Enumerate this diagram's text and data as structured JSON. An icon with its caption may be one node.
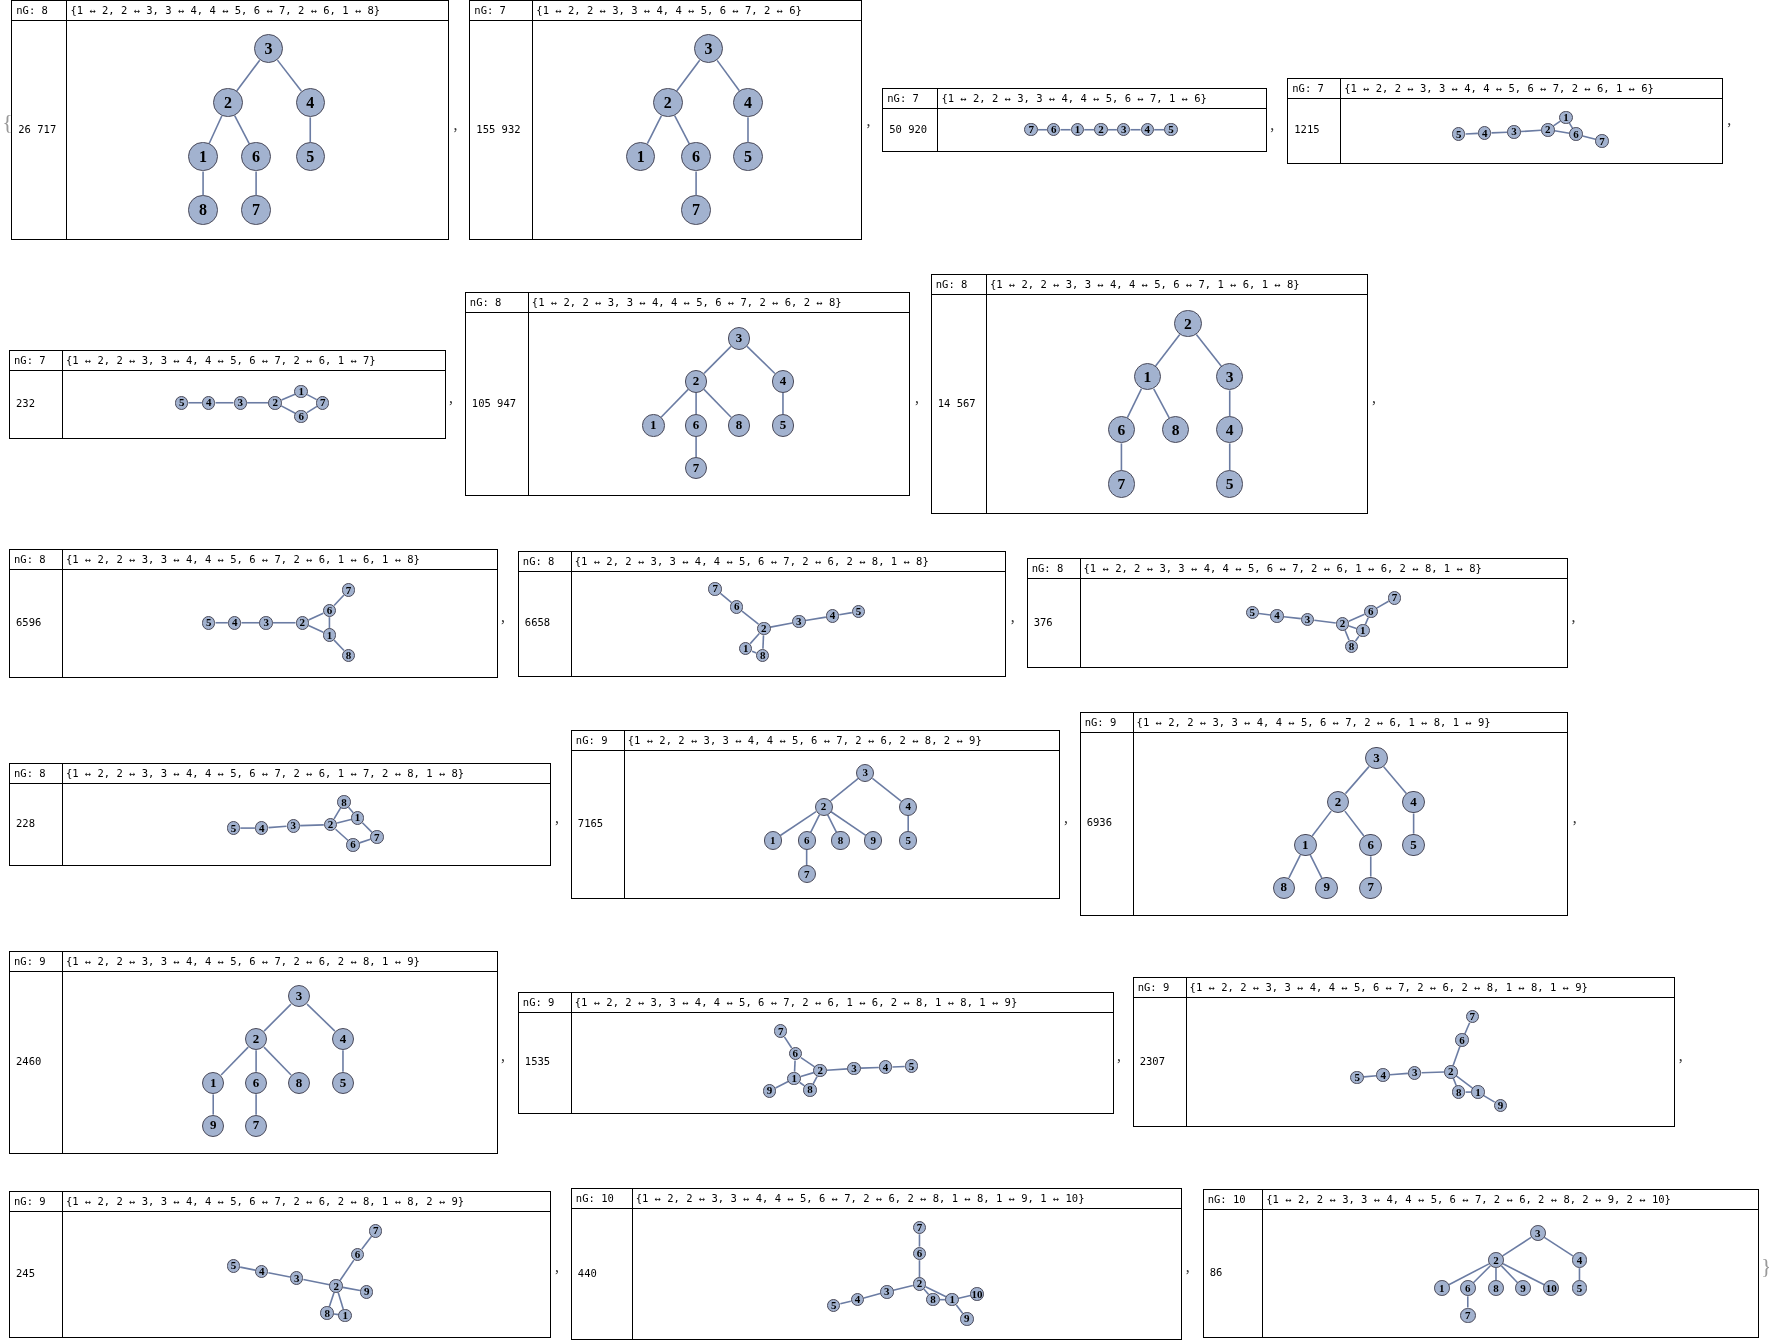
{
  "diagram": {
    "nodes": [
      {
        "text": [
          "nG: 8",
          "{1 ↔ 2, 2 ↔ 3, 3 ↔ 4, 4 ↔ 5, 6 ↔ 7, 2 ↔ 6, 1 ↔ 8}",
          "26 717"
        ]
      },
      {
        "text": [
          "1"
        ],
        "in": 0
      },
      {
        "text": [
          "2"
        ],
        "in": 0
      },
      {
        "text": [
          "3"
        ],
        "in": 0
      },
      {
        "text": [
          "4"
        ],
        "in": 0
      },
      {
        "text": [
          "5"
        ],
        "in": 0
      },
      {
        "text": [
          "6"
        ],
        "in": 0
      },
      {
        "text": [
          "7"
        ],
        "in": 0
      },
      {
        "text": [
          "8"
        ],
        "in": 0
      },
      {
        "text": [
          "nG: 7",
          "{1 ↔ 2, 2 ↔ 3, 3 ↔ 4, 4 ↔ 5, 6 ↔ 7, 2 ↔ 6}",
          "155 932"
        ]
      },
      {
        "text": [
          "1"
        ],
        "in": 9
      },
      {
        "text": [
          "2"
        ],
        "in": 9
      },
      {
        "text": [
          "3"
        ],
        "in": 9
      },
      {
        "text": [
          "4"
        ],
        "in": 9
      },
      {
        "text": [
          "5"
        ],
        "in": 9
      },
      {
        "text": [
          "6"
        ],
        "in": 9
      },
      {
        "text": [
          "7"
        ],
        "in": 9
      },
      {
        "text": [
          "nG: 7",
          "{1 ↔ 2, 2 ↔ 3, 3 ↔ 4, 4 ↔ 5, 6 ↔ 7, 1 ↔ 6}",
          "50 920"
        ]
      },
      {
        "text": [
          "1"
        ],
        "in": 17
      },
      {
        "text": [
          "2"
        ],
        "in": 17
      },
      {
        "text": [
          "3"
        ],
        "in": 17
      },
      {
        "text": [
          "4"
        ],
        "in": 17
      },
      {
        "text": [
          "5"
        ],
        "in": 17
      },
      {
        "text": [
          "6"
        ],
        "in": 17
      },
      {
        "text": [
          "7"
        ],
        "in": 17
      },
      {
        "text": [
          "nG: 7",
          "{1 ↔ 2, 2 ↔ 3, 3 ↔ 4, 4 ↔ 5, 6 ↔ 7, 2 ↔ 6, 1 ↔ 6}",
          "1215"
        ]
      },
      {
        "text": [
          "1"
        ],
        "in": 25
      },
      {
        "text": [
          "2"
        ],
        "in": 25
      },
      {
        "text": [
          "3"
        ],
        "in": 25
      },
      {
        "text": [
          "4"
        ],
        "in": 25
      },
      {
        "text": [
          "5"
        ],
        "in": 25
      },
      {
        "text": [
          "6"
        ],
        "in": 25
      },
      {
        "text": [
          "7"
        ],
        "in": 25
      },
      {
        "text": [
          "nG: 7",
          "{1 ↔ 2, 2 ↔ 3, 3 ↔ 4, 4 ↔ 5, 6 ↔ 7, 2 ↔ 6, 1 ↔ 7}",
          "232"
        ]
      },
      {
        "text": [
          "1"
        ],
        "in": 33
      },
      {
        "text": [
          "2"
        ],
        "in": 33
      },
      {
        "text": [
          "3"
        ],
        "in": 33
      },
      {
        "text": [
          "4"
        ],
        "in": 33
      },
      {
        "text": [
          "5"
        ],
        "in": 33
      },
      {
        "text": [
          "6"
        ],
        "in": 33
      },
      {
        "text": [
          "7"
        ],
        "in": 33
      },
      {
        "text": [
          "nG: 8",
          "{1 ↔ 2, 2 ↔ 3, 3 ↔ 4, 4 ↔ 5, 6 ↔ 7, 2 ↔ 6, 2 ↔ 8}",
          "105 947"
        ]
      },
      {
        "text": [
          "1"
        ],
        "in": 41
      },
      {
        "text": [
          "2"
        ],
        "in": 41
      },
      {
        "text": [
          "3"
        ],
        "in": 41
      },
      {
        "text": [
          "4"
        ],
        "in": 41
      },
      {
        "text": [
          "5"
        ],
        "in": 41
      },
      {
        "text": [
          "6"
        ],
        "in": 41
      },
      {
        "text": [
          "7"
        ],
        "in": 41
      },
      {
        "text": [
          "8"
        ],
        "in": 41
      },
      {
        "text": [
          "nG: 8",
          "{1 ↔ 2, 2 ↔ 3, 3 ↔ 4, 4 ↔ 5, 6 ↔ 7, 1 ↔ 6, 1 ↔ 8}",
          "14 567"
        ]
      },
      {
        "text": [
          "1"
        ],
        "in": 50
      },
      {
        "text": [
          "2"
        ],
        "in": 50
      },
      {
        "text": [
          "3"
        ],
        "in": 50
      },
      {
        "text": [
          "4"
        ],
        "in": 50
      },
      {
        "text": [
          "5"
        ],
        "in": 50
      },
      {
        "text": [
          "6"
        ],
        "in": 50
      },
      {
        "text": [
          "7"
        ],
        "in": 50
      },
      {
        "text": [
          "8"
        ],
        "in": 50
      },
      {
        "text": [
          "nG: 8",
          "{1 ↔ 2, 2 ↔ 3, 3 ↔ 4, 4 ↔ 5, 6 ↔ 7, 2 ↔ 6, 1 ↔ 6, 1 ↔ 8}",
          "6596"
        ]
      },
      {
        "text": [
          "1"
        ],
        "in": 59
      },
      {
        "text": [
          "2"
        ],
        "in": 59
      },
      {
        "text": [
          "3"
        ],
        "in": 59
      },
      {
        "text": [
          "4"
        ],
        "in": 59
      },
      {
        "text": [
          "5"
        ],
        "in": 59
      },
      {
        "text": [
          "6"
        ],
        "in": 59
      },
      {
        "text": [
          "7"
        ],
        "in": 59
      },
      {
        "text": [
          "8"
        ],
        "in": 59
      },
      {
        "text": [
          "nG: 8",
          "{1 ↔ 2, 2 ↔ 3, 3 ↔ 4, 4 ↔ 5, 6 ↔ 7, 2 ↔ 6, 2 ↔ 8, 1 ↔ 8}",
          "6658"
        ]
      },
      {
        "text": [
          "1"
        ],
        "in": 68
      },
      {
        "text": [
          "2"
        ],
        "in": 68
      },
      {
        "text": [
          "3"
        ],
        "in": 68
      },
      {
        "text": [
          "4"
        ],
        "in": 68
      },
      {
        "text": [
          "5"
        ],
        "in": 68
      },
      {
        "text": [
          "6"
        ],
        "in": 68
      },
      {
        "text": [
          "7"
        ],
        "in": 68
      },
      {
        "text": [
          "8"
        ],
        "in": 68
      },
      {
        "text": [
          "nG: 8",
          "{1 ↔ 2, 2 ↔ 3, 3 ↔ 4, 4 ↔ 5, 6 ↔ 7, 2 ↔ 6, 1 ↔ 6, 2 ↔ 8, 1 ↔ 8}",
          "376"
        ]
      },
      {
        "text": [
          "1"
        ],
        "in": 77
      },
      {
        "text": [
          "2"
        ],
        "in": 77
      },
      {
        "text": [
          "3"
        ],
        "in": 77
      },
      {
        "text": [
          "4"
        ],
        "in": 77
      },
      {
        "text": [
          "5"
        ],
        "in": 77
      },
      {
        "text": [
          "6"
        ],
        "in": 77
      },
      {
        "text": [
          "7"
        ],
        "in": 77
      },
      {
        "text": [
          "8"
        ],
        "in": 77
      },
      {
        "text": [
          "nG: 8",
          "{1 ↔ 2, 2 ↔ 3, 3 ↔ 4, 4 ↔ 5, 6 ↔ 7, 2 ↔ 6, 1 ↔ 7, 2 ↔ 8, 1 ↔ 8}",
          "228"
        ]
      },
      {
        "text": [
          "1"
        ],
        "in": 86
      },
      {
        "text": [
          "2"
        ],
        "in": 86
      },
      {
        "text": [
          "3"
        ],
        "in": 86
      },
      {
        "text": [
          "4"
        ],
        "in": 86
      },
      {
        "text": [
          "5"
        ],
        "in": 86
      },
      {
        "text": [
          "6"
        ],
        "in": 86
      },
      {
        "text": [
          "7"
        ],
        "in": 86
      },
      {
        "text": [
          "8"
        ],
        "in": 86
      },
      {
        "text": [
          "nG: 9",
          "{1 ↔ 2, 2 ↔ 3, 3 ↔ 4, 4 ↔ 5, 6 ↔ 7, 2 ↔ 6, 2 ↔ 8, 2 ↔ 9}",
          "7165"
        ]
      },
      {
        "text": [
          "1"
        ],
        "in": 95
      },
      {
        "text": [
          "2"
        ],
        "in": 95
      },
      {
        "text": [
          "3"
        ],
        "in": 95
      },
      {
        "text": [
          "4"
        ],
        "in": 95
      },
      {
        "text": [
          "5"
        ],
        "in": 95
      },
      {
        "text": [
          "6"
        ],
        "in": 95
      },
      {
        "text": [
          "7"
        ],
        "in": 95
      },
      {
        "text": [
          "8"
        ],
        "in": 95
      },
      {
        "text": [
          "9"
        ],
        "in": 95
      },
      {
        "text": [
          "nG: 9",
          "{1 ↔ 2, 2 ↔ 3, 3 ↔ 4, 4 ↔ 5, 6 ↔ 7, 2 ↔ 6, 1 ↔ 8, 1 ↔ 9}",
          "6936"
        ]
      },
      {
        "text": [
          "1"
        ],
        "in": 105
      },
      {
        "text": [
          "2"
        ],
        "in": 105
      },
      {
        "text": [
          "3"
        ],
        "in": 105
      },
      {
        "text": [
          "4"
        ],
        "in": 105
      },
      {
        "text": [
          "5"
        ],
        "in": 105
      },
      {
        "text": [
          "6"
        ],
        "in": 105
      },
      {
        "text": [
          "7"
        ],
        "in": 105
      },
      {
        "text": [
          "8"
        ],
        "in": 105
      },
      {
        "text": [
          "9"
        ],
        "in": 105
      },
      {
        "text": [
          "nG: 9",
          "{1 ↔ 2, 2 ↔ 3, 3 ↔ 4, 4 ↔ 5, 6 ↔ 7, 2 ↔ 6, 2 ↔ 8, 1 ↔ 9}",
          "2460"
        ]
      },
      {
        "text": [
          "1"
        ],
        "in": 115
      },
      {
        "text": [
          "2"
        ],
        "in": 115
      },
      {
        "text": [
          "3"
        ],
        "in": 115
      },
      {
        "text": [
          "4"
        ],
        "in": 115
      },
      {
        "text": [
          "5"
        ],
        "in": 115
      },
      {
        "text": [
          "6"
        ],
        "in": 115
      },
      {
        "text": [
          "7"
        ],
        "in": 115
      },
      {
        "text": [
          "8"
        ],
        "in": 115
      },
      {
        "text": [
          "9"
        ],
        "in": 115
      },
      {
        "text": [
          "nG: 9",
          "{1 ↔ 2, 2 ↔ 3, 3 ↔ 4, 4 ↔ 5, 6 ↔ 7, 2 ↔ 6, 1 ↔ 6, 2 ↔ 8, 1 ↔ 8, 1 ↔ 9}",
          "1535"
        ]
      },
      {
        "text": [
          "1"
        ],
        "in": 125
      },
      {
        "text": [
          "2"
        ],
        "in": 125
      },
      {
        "text": [
          "3"
        ],
        "in": 125
      },
      {
        "text": [
          "4"
        ],
        "in": 125
      },
      {
        "text": [
          "5"
        ],
        "in": 125
      },
      {
        "text": [
          "6"
        ],
        "in": 125
      },
      {
        "text": [
          "7"
        ],
        "in": 125
      },
      {
        "text": [
          "8"
        ],
        "in": 125
      },
      {
        "text": [
          "9"
        ],
        "in": 125
      },
      {
        "text": [
          "nG: 9",
          "{1 ↔ 2, 2 ↔ 3, 3 ↔ 4, 4 ↔ 5, 6 ↔ 7, 2 ↔ 6, 2 ↔ 8, 1 ↔ 8, 1 ↔ 9}",
          "2307"
        ]
      },
      {
        "text": [
          "1"
        ],
        "in": 135
      },
      {
        "text": [
          "2"
        ],
        "in": 135
      },
      {
        "text": [
          "3"
        ],
        "in": 135
      },
      {
        "text": [
          "4"
        ],
        "in": 135
      },
      {
        "text": [
          "5"
        ],
        "in": 135
      },
      {
        "text": [
          "6"
        ],
        "in": 135
      },
      {
        "text": [
          "7"
        ],
        "in": 135
      },
      {
        "text": [
          "8"
        ],
        "in": 135
      },
      {
        "text": [
          "9"
        ],
        "in": 135
      },
      {
        "text": [
          "nG: 9",
          "{1 ↔ 2, 2 ↔ 3, 3 ↔ 4, 4 ↔ 5, 6 ↔ 7, 2 ↔ 6, 2 ↔ 8, 1 ↔ 8, 2 ↔ 9}",
          "245"
        ]
      },
      {
        "text": [
          "1"
        ],
        "in": 145
      },
      {
        "text": [
          "2"
        ],
        "in": 145
      },
      {
        "text": [
          "3"
        ],
        "in": 145
      },
      {
        "text": [
          "4"
        ],
        "in": 145
      },
      {
        "text": [
          "5"
        ],
        "in": 145
      },
      {
        "text": [
          "6"
        ],
        "in": 145
      },
      {
        "text": [
          "7"
        ],
        "in": 145
      },
      {
        "text": [
          "8"
        ],
        "in": 145
      },
      {
        "text": [
          "9"
        ],
        "in": 145
      },
      {
        "text": [
          "nG: 10",
          "{1 ↔ 2, 2 ↔ 3, 3 ↔ 4, 4 ↔ 5, 6 ↔ 7, 2 ↔ 6, 2 ↔ 8, 1 ↔ 8, 1 ↔ 9, 1 ↔ 10}",
          "440"
        ]
      },
      {
        "text": [
          "1"
        ],
        "in": 155
      },
      {
        "text": [
          "2"
        ],
        "in": 155
      },
      {
        "text": [
          "3"
        ],
        "in": 155
      },
      {
        "text": [
          "4"
        ],
        "in": 155
      },
      {
        "text": [
          "5"
        ],
        "in": 155
      },
      {
        "text": [
          "6"
        ],
        "in": 155
      },
      {
        "text": [
          "7"
        ],
        "in": 155
      },
      {
        "text": [
          "8"
        ],
        "in": 155
      },
      {
        "text": [
          "9"
        ],
        "in": 155
      },
      {
        "text": [
          "10"
        ],
        "in": 155
      },
      {
        "text": [
          "nG: 10",
          "{1 ↔ 2, 2 ↔ 3, 3 ↔ 4, 4 ↔ 5, 6 ↔ 7, 2 ↔ 6, 2 ↔ 8, 2 ↔ 9, 2 ↔ 10}",
          "86"
        ]
      },
      {
        "text": [
          "1"
        ],
        "in": 166
      },
      {
        "text": [
          "2"
        ],
        "in": 166
      },
      {
        "text": [
          "3"
        ],
        "in": 166
      },
      {
        "text": [
          "4"
        ],
        "in": 166
      },
      {
        "text": [
          "5"
        ],
        "in": 166
      },
      {
        "text": [
          "6"
        ],
        "in": 166
      },
      {
        "text": [
          "7"
        ],
        "in": 166
      },
      {
        "text": [
          "8"
        ],
        "in": 166
      },
      {
        "text": [
          "9"
        ],
        "in": 166
      },
      {
        "text": [
          "10"
        ],
        "in": 166
      }
    ],
    "edges": [
      {
        "from": 1,
        "to": 2,
        "arrow": "none"
      },
      {
        "from": 2,
        "to": 3,
        "arrow": "none"
      },
      {
        "from": 3,
        "to": 4,
        "arrow": "none"
      },
      {
        "from": 4,
        "to": 5,
        "arrow": "none"
      },
      {
        "from": 6,
        "to": 7,
        "arrow": "none"
      },
      {
        "from": 2,
        "to": 6,
        "arrow": "none"
      },
      {
        "from": 1,
        "to": 8,
        "arrow": "none"
      },
      {
        "from": 10,
        "to": 11,
        "arrow": "none"
      },
      {
        "from": 11,
        "to": 12,
        "arrow": "none"
      },
      {
        "from": 12,
        "to": 13,
        "arrow": "none"
      },
      {
        "from": 13,
        "to": 14,
        "arrow": "none"
      },
      {
        "from": 15,
        "to": 16,
        "arrow": "none"
      },
      {
        "from": 11,
        "to": 15,
        "arrow": "none"
      },
      {
        "from": 18,
        "to": 19,
        "arrow": "none"
      },
      {
        "from": 19,
        "to": 20,
        "arrow": "none"
      },
      {
        "from": 20,
        "to": 21,
        "arrow": "none"
      },
      {
        "from": 21,
        "to": 22,
        "arrow": "none"
      },
      {
        "from": 23,
        "to": 24,
        "arrow": "none"
      },
      {
        "from": 18,
        "to": 23,
        "arrow": "none"
      },
      {
        "from": 26,
        "to": 27,
        "arrow": "none"
      },
      {
        "from": 27,
        "to": 28,
        "arrow": "none"
      },
      {
        "from": 28,
        "to": 29,
        "arrow": "none"
      },
      {
        "from": 29,
        "to": 30,
        "arrow": "none"
      },
      {
        "from": 31,
        "to": 32,
        "arrow": "none"
      },
      {
        "from": 27,
        "to": 31,
        "arrow": "none"
      },
      {
        "from": 26,
        "to": 31,
        "arrow": "none"
      },
      {
        "from": 34,
        "to": 35,
        "arrow": "none"
      },
      {
        "from": 35,
        "to": 36,
        "arrow": "none"
      },
      {
        "from": 36,
        "to": 37,
        "arrow": "none"
      },
      {
        "from": 37,
        "to": 38,
        "arrow": "none"
      },
      {
        "from": 39,
        "to": 40,
        "arrow": "none"
      },
      {
        "from": 35,
        "to": 39,
        "arrow": "none"
      },
      {
        "from": 34,
        "to": 40,
        "arrow": "none"
      },
      {
        "from": 42,
        "to": 43,
        "arrow": "none"
      },
      {
        "from": 43,
        "to": 44,
        "arrow": "none"
      },
      {
        "from": 44,
        "to": 45,
        "arrow": "none"
      },
      {
        "from": 45,
        "to": 46,
        "arrow": "none"
      },
      {
        "from": 47,
        "to": 48,
        "arrow": "none"
      },
      {
        "from": 43,
        "to": 47,
        "arrow": "none"
      },
      {
        "from": 43,
        "to": 49,
        "arrow": "none"
      },
      {
        "from": 51,
        "to": 52,
        "arrow": "none"
      },
      {
        "from": 52,
        "to": 53,
        "arrow": "none"
      },
      {
        "from": 53,
        "to": 54,
        "arrow": "none"
      },
      {
        "from": 54,
        "to": 55,
        "arrow": "none"
      },
      {
        "from": 56,
        "to": 57,
        "arrow": "none"
      },
      {
        "from": 51,
        "to": 56,
        "arrow": "none"
      },
      {
        "from": 51,
        "to": 58,
        "arrow": "none"
      },
      {
        "from": 60,
        "to": 61,
        "arrow": "none"
      },
      {
        "from": 61,
        "to": 62,
        "arrow": "none"
      },
      {
        "from": 62,
        "to": 63,
        "arrow": "none"
      },
      {
        "from": 63,
        "to": 64,
        "arrow": "none"
      },
      {
        "from": 65,
        "to": 66,
        "arrow": "none"
      },
      {
        "from": 61,
        "to": 65,
        "arrow": "none"
      },
      {
        "from": 60,
        "to": 65,
        "arrow": "none"
      },
      {
        "from": 60,
        "to": 67,
        "arrow": "none"
      },
      {
        "from": 69,
        "to": 70,
        "arrow": "none"
      },
      {
        "from": 70,
        "to": 71,
        "arrow": "none"
      },
      {
        "from": 71,
        "to": 72,
        "arrow": "none"
      },
      {
        "from": 72,
        "to": 73,
        "arrow": "none"
      },
      {
        "from": 74,
        "to": 75,
        "arrow": "none"
      },
      {
        "from": 70,
        "to": 74,
        "arrow": "none"
      },
      {
        "from": 70,
        "to": 76,
        "arrow": "none"
      },
      {
        "from": 69,
        "to": 76,
        "arrow": "none"
      },
      {
        "from": 78,
        "to": 79,
        "arrow": "none"
      },
      {
        "from": 79,
        "to": 80,
        "arrow": "none"
      },
      {
        "from": 80,
        "to": 81,
        "arrow": "none"
      },
      {
        "from": 81,
        "to": 82,
        "arrow": "none"
      },
      {
        "from": 83,
        "to": 84,
        "arrow": "none"
      },
      {
        "from": 79,
        "to": 83,
        "arrow": "none"
      },
      {
        "from": 78,
        "to": 83,
        "arrow": "none"
      },
      {
        "from": 79,
        "to": 85,
        "arrow": "none"
      },
      {
        "from": 78,
        "to": 85,
        "arrow": "none"
      },
      {
        "from": 87,
        "to": 88,
        "arrow": "none"
      },
      {
        "from": 88,
        "to": 89,
        "arrow": "none"
      },
      {
        "from": 89,
        "to": 90,
        "arrow": "none"
      },
      {
        "from": 90,
        "to": 91,
        "arrow": "none"
      },
      {
        "from": 92,
        "to": 93,
        "arrow": "none"
      },
      {
        "from": 88,
        "to": 92,
        "arrow": "none"
      },
      {
        "from": 87,
        "to": 93,
        "arrow": "none"
      },
      {
        "from": 88,
        "to": 94,
        "arrow": "none"
      },
      {
        "from": 87,
        "to": 94,
        "arrow": "none"
      },
      {
        "from": 96,
        "to": 97,
        "arrow": "none"
      },
      {
        "from": 97,
        "to": 98,
        "arrow": "none"
      },
      {
        "from": 98,
        "to": 99,
        "arrow": "none"
      },
      {
        "from": 99,
        "to": 100,
        "arrow": "none"
      },
      {
        "from": 101,
        "to": 102,
        "arrow": "none"
      },
      {
        "from": 97,
        "to": 101,
        "arrow": "none"
      },
      {
        "from": 97,
        "to": 103,
        "arrow": "none"
      },
      {
        "from": 97,
        "to": 104,
        "arrow": "none"
      },
      {
        "from": 106,
        "to": 107,
        "arrow": "none"
      },
      {
        "from": 107,
        "to": 108,
        "arrow": "none"
      },
      {
        "from": 108,
        "to": 109,
        "arrow": "none"
      },
      {
        "from": 109,
        "to": 110,
        "arrow": "none"
      },
      {
        "from": 111,
        "to": 112,
        "arrow": "none"
      },
      {
        "from": 107,
        "to": 111,
        "arrow": "none"
      },
      {
        "from": 106,
        "to": 113,
        "arrow": "none"
      },
      {
        "from": 106,
        "to": 114,
        "arrow": "none"
      },
      {
        "from": 116,
        "to": 117,
        "arrow": "none"
      },
      {
        "from": 117,
        "to": 118,
        "arrow": "none"
      },
      {
        "from": 118,
        "to": 119,
        "arrow": "none"
      },
      {
        "from": 119,
        "to": 120,
        "arrow": "none"
      },
      {
        "from": 121,
        "to": 122,
        "arrow": "none"
      },
      {
        "from": 117,
        "to": 121,
        "arrow": "none"
      },
      {
        "from": 117,
        "to": 123,
        "arrow": "none"
      },
      {
        "from": 116,
        "to": 124,
        "arrow": "none"
      },
      {
        "from": 126,
        "to": 127,
        "arrow": "none"
      },
      {
        "from": 127,
        "to": 128,
        "arrow": "none"
      },
      {
        "from": 128,
        "to": 129,
        "arrow": "none"
      },
      {
        "from": 129,
        "to": 130,
        "arrow": "none"
      },
      {
        "from": 131,
        "to": 132,
        "arrow": "none"
      },
      {
        "from": 127,
        "to": 131,
        "arrow": "none"
      },
      {
        "from": 126,
        "to": 131,
        "arrow": "none"
      },
      {
        "from": 127,
        "to": 133,
        "arrow": "none"
      },
      {
        "from": 126,
        "to": 133,
        "arrow": "none"
      },
      {
        "from": 126,
        "to": 134,
        "arrow": "none"
      },
      {
        "from": 136,
        "to": 137,
        "arrow": "none"
      },
      {
        "from": 137,
        "to": 138,
        "arrow": "none"
      },
      {
        "from": 138,
        "to": 139,
        "arrow": "none"
      },
      {
        "from": 139,
        "to": 140,
        "arrow": "none"
      },
      {
        "from": 141,
        "to": 142,
        "arrow": "none"
      },
      {
        "from": 137,
        "to": 141,
        "arrow": "none"
      },
      {
        "from": 137,
        "to": 143,
        "arrow": "none"
      },
      {
        "from": 136,
        "to": 143,
        "arrow": "none"
      },
      {
        "from": 136,
        "to": 144,
        "arrow": "none"
      },
      {
        "from": 146,
        "to": 147,
        "arrow": "none"
      },
      {
        "from": 147,
        "to": 148,
        "arrow": "none"
      },
      {
        "from": 148,
        "to": 149,
        "arrow": "none"
      },
      {
        "from": 149,
        "to": 150,
        "arrow": "none"
      },
      {
        "from": 151,
        "to": 152,
        "arrow": "none"
      },
      {
        "from": 147,
        "to": 151,
        "arrow": "none"
      },
      {
        "from": 147,
        "to": 153,
        "arrow": "none"
      },
      {
        "from": 146,
        "to": 153,
        "arrow": "none"
      },
      {
        "from": 147,
        "to": 154,
        "arrow": "none"
      },
      {
        "from": 156,
        "to": 157,
        "arrow": "none"
      },
      {
        "from": 157,
        "to": 158,
        "arrow": "none"
      },
      {
        "from": 158,
        "to": 159,
        "arrow": "none"
      },
      {
        "from": 159,
        "to": 160,
        "arrow": "none"
      },
      {
        "from": 161,
        "to": 162,
        "arrow": "none"
      },
      {
        "from": 157,
        "to": 161,
        "arrow": "none"
      },
      {
        "from": 157,
        "to": 163,
        "arrow": "none"
      },
      {
        "from": 156,
        "to": 163,
        "arrow": "none"
      },
      {
        "from": 156,
        "to": 164,
        "arrow": "none"
      },
      {
        "from": 156,
        "to": 165,
        "arrow": "none"
      },
      {
        "from": 167,
        "to": 168,
        "arrow": "none"
      },
      {
        "from": 168,
        "to": 169,
        "arrow": "none"
      },
      {
        "from": 169,
        "to": 170,
        "arrow": "none"
      },
      {
        "from": 170,
        "to": 171,
        "arrow": "none"
      },
      {
        "from": 172,
        "to": 173,
        "arrow": "none"
      },
      {
        "from": 168,
        "to": 172,
        "arrow": "none"
      },
      {
        "from": 168,
        "to": 174,
        "arrow": "none"
      },
      {
        "from": 168,
        "to": 175,
        "arrow": "none"
      },
      {
        "from": 168,
        "to": 176,
        "arrow": "none"
      }
    ],
    "labels": [
      "{",
      ",",
      ",",
      ",",
      ",",
      ",",
      ",",
      ",",
      ",",
      ",",
      ",",
      ",",
      ",",
      ",",
      ",",
      ",",
      ",",
      ",",
      ",",
      "}"
    ]
  }
}
